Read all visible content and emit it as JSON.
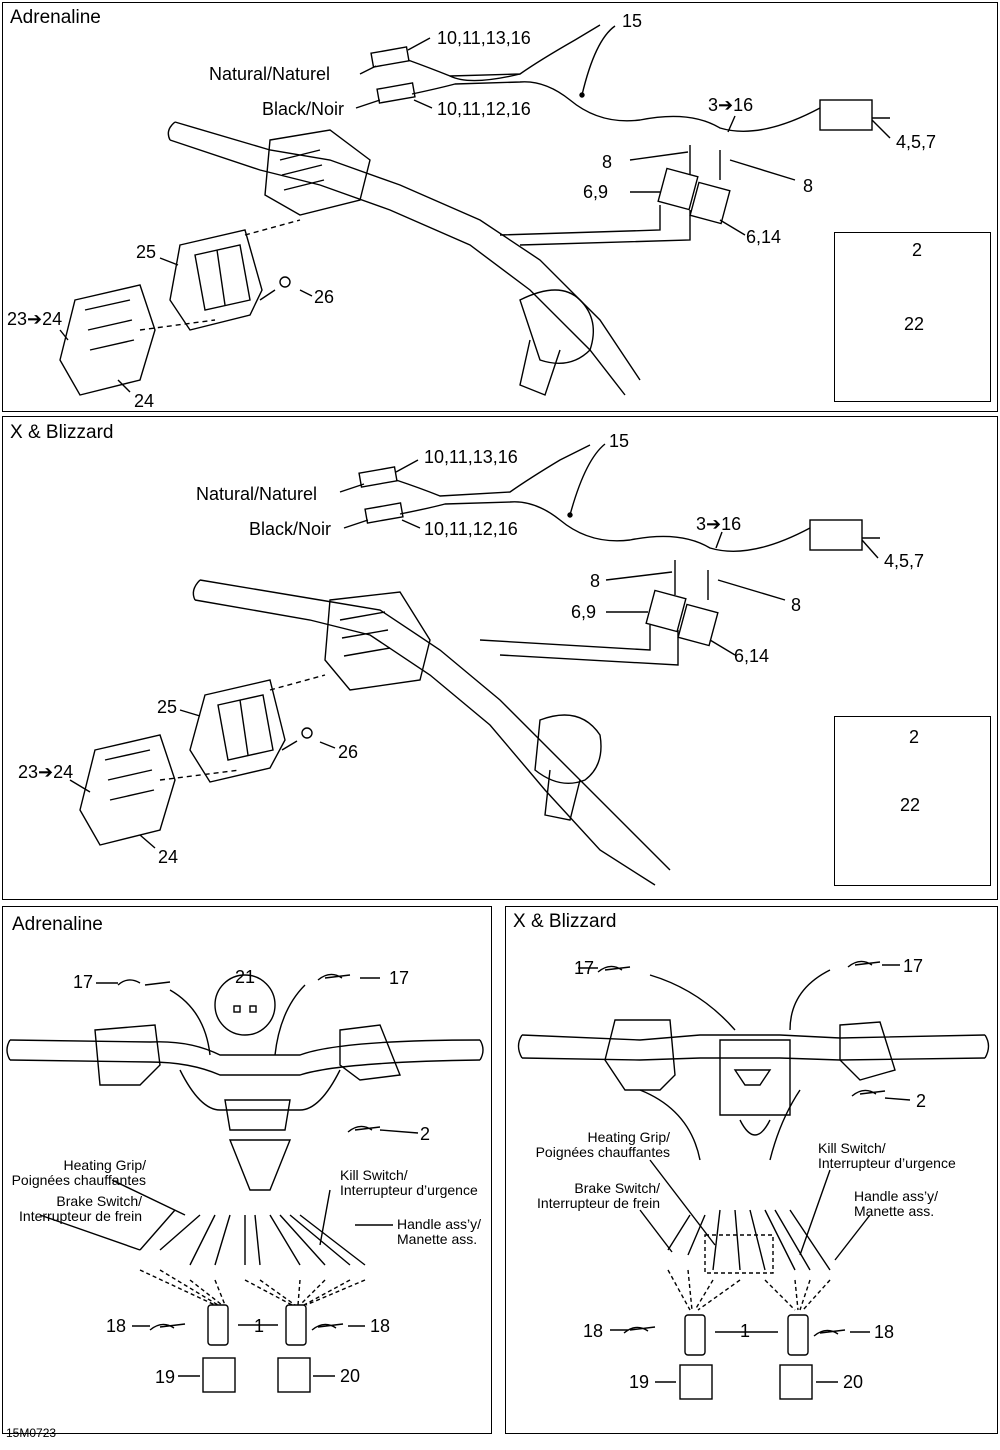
{
  "figure_code": "15M0723",
  "panels": {
    "top": {
      "title": "Adrenaline",
      "labels": {
        "l1": "10,11,13,16",
        "l2": "Natural/Naturel",
        "l3": "Black/Noir",
        "l4": "10,11,12,16",
        "l5": "15",
        "l6": "3➔16",
        "l7": "4,5,7",
        "l8": "8",
        "l9": "8",
        "l10": "6,9",
        "l11": "6,14",
        "l12": "25",
        "l13": "26",
        "l14": "23➔24",
        "l15": "24"
      },
      "inset": {
        "a": "2",
        "b": "22"
      }
    },
    "mid": {
      "title": "X & Blizzard",
      "labels": {
        "l1": "10,11,13,16",
        "l2": "Natural/Naturel",
        "l3": "Black/Noir",
        "l4": "10,11,12,16",
        "l5": "15",
        "l6": "3➔16",
        "l7": "4,5,7",
        "l8": "8",
        "l9": "8",
        "l10": "6,9",
        "l11": "6,14",
        "l12": "25",
        "l13": "26",
        "l14": "23➔24",
        "l15": "24"
      },
      "inset": {
        "a": "2",
        "b": "22"
      }
    },
    "bl": {
      "title": "Adrenaline",
      "labels": {
        "c17a": "17",
        "c17b": "17",
        "c21": "21",
        "c2": "2",
        "heat": "Heating Grip/\nPoignées chauffantes",
        "brake": "Brake Switch/\nInterrupteur de frein",
        "kill": "Kill Switch/\nInterrupteur d’urgence",
        "handle": "Handle ass’y/\nManette ass.",
        "c18a": "18",
        "c1": "1",
        "c18b": "18",
        "c19": "19",
        "c20": "20"
      }
    },
    "br": {
      "title": "X & Blizzard",
      "labels": {
        "c17a": "17",
        "c17b": "17",
        "c2": "2",
        "heat": "Heating Grip/\nPoignées chauffantes",
        "brake": "Brake Switch/\nInterrupteur de frein",
        "kill": "Kill Switch/\nInterrupteur d’urgence",
        "handle": "Handle ass’y/\nManette ass.",
        "c18a": "18",
        "c1": "1",
        "c18b": "18",
        "c19": "19",
        "c20": "20"
      }
    }
  }
}
